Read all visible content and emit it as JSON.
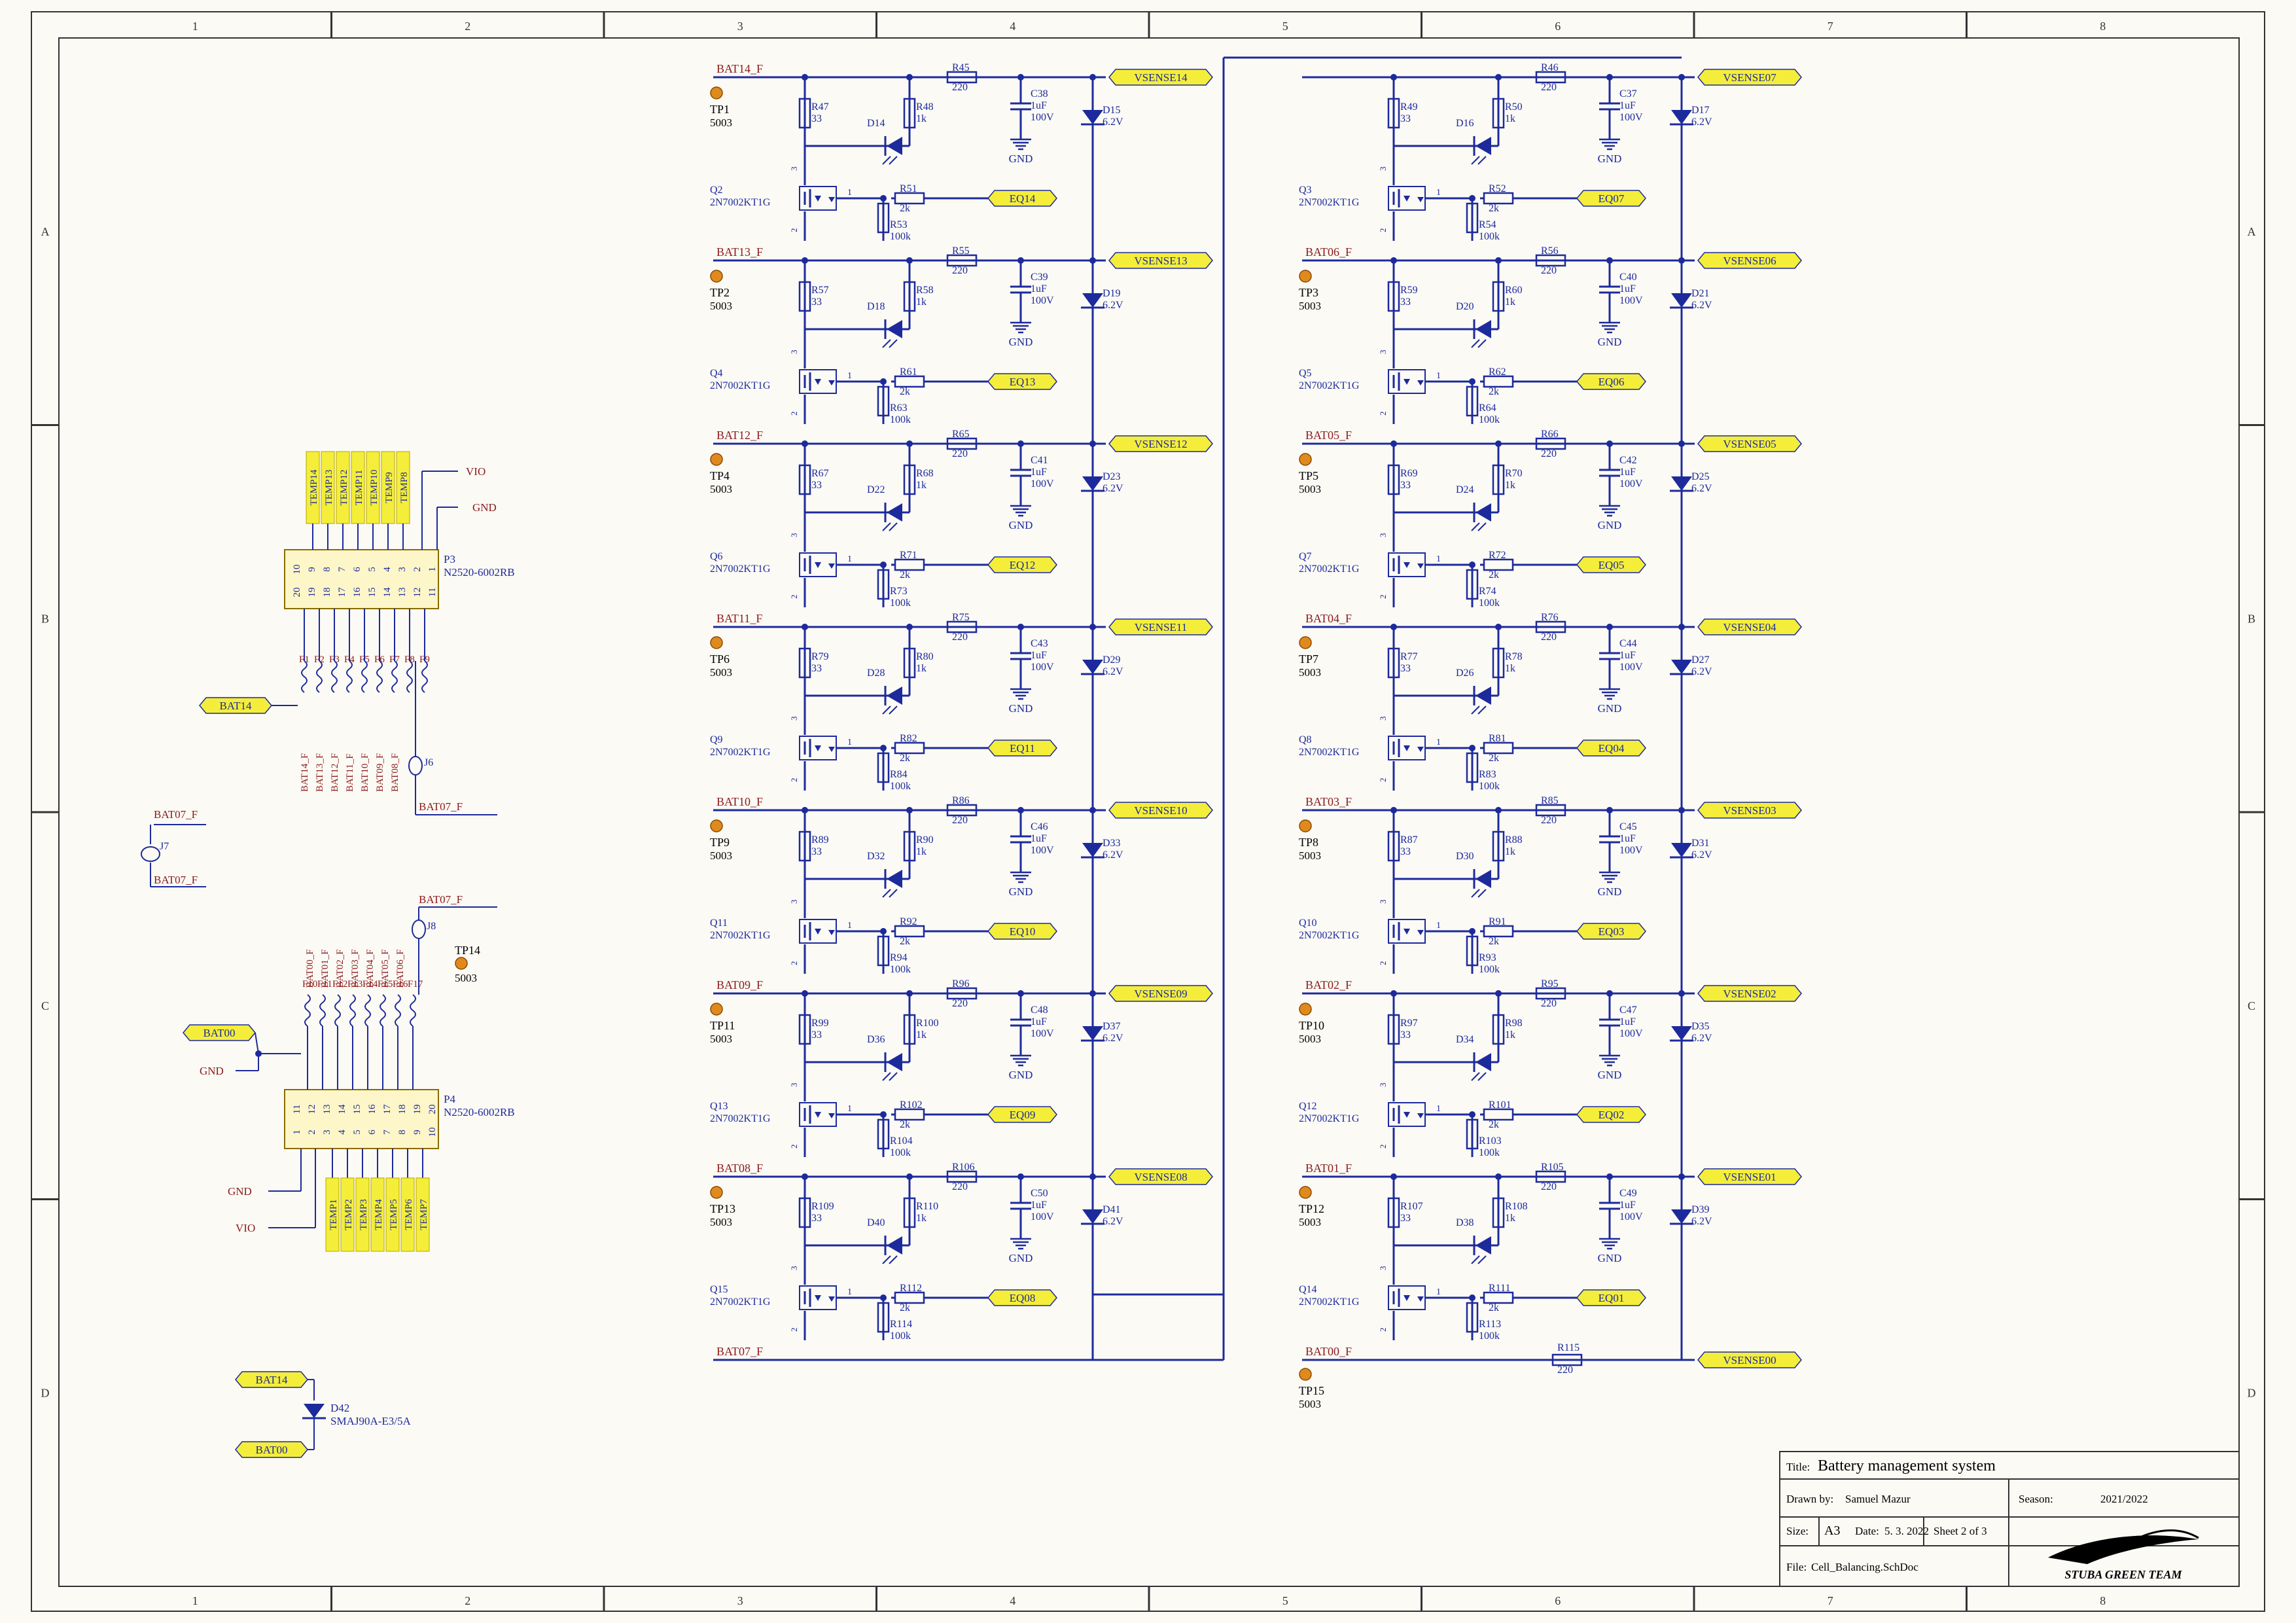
{
  "grid": {
    "columns": [
      "1",
      "2",
      "3",
      "4",
      "5",
      "6",
      "7",
      "8"
    ],
    "rows": [
      "A",
      "B",
      "C",
      "D"
    ]
  },
  "colors": {
    "wire": "#1d2a9c",
    "label_fill": "#f4ee3a",
    "net_text": "#8b1a1a",
    "testpoint": "#e08a1e",
    "frame": "#333333",
    "sheet_bg": "#fbfaf5"
  },
  "channels_left": [
    {
      "bat": "BAT14_F",
      "tp": "TP1",
      "tpv": "5003",
      "r1": "R47",
      "d1": "D14",
      "r2": "R48",
      "r3": "R45",
      "c": "C38",
      "dz": "D15",
      "vs": "VSENSE14",
      "q": "Q2",
      "r4": "R51",
      "r5": "R53",
      "eq": "EQ14"
    },
    {
      "bat": "BAT13_F",
      "tp": "TP2",
      "tpv": "5003",
      "r1": "R57",
      "d1": "D18",
      "r2": "R58",
      "r3": "R55",
      "c": "C39",
      "dz": "D19",
      "vs": "VSENSE13",
      "q": "Q4",
      "r4": "R61",
      "r5": "R63",
      "eq": "EQ13"
    },
    {
      "bat": "BAT12_F",
      "tp": "TP4",
      "tpv": "5003",
      "r1": "R67",
      "d1": "D22",
      "r2": "R68",
      "r3": "R65",
      "c": "C41",
      "dz": "D23",
      "vs": "VSENSE12",
      "q": "Q6",
      "r4": "R71",
      "r5": "R73",
      "eq": "EQ12"
    },
    {
      "bat": "BAT11_F",
      "tp": "TP6",
      "tpv": "5003",
      "r1": "R79",
      "d1": "D28",
      "r2": "R80",
      "r3": "R75",
      "c": "C43",
      "dz": "D29",
      "vs": "VSENSE11",
      "q": "Q9",
      "r4": "R82",
      "r5": "R84",
      "eq": "EQ11"
    },
    {
      "bat": "BAT10_F",
      "tp": "TP9",
      "tpv": "5003",
      "r1": "R89",
      "d1": "D32",
      "r2": "R90",
      "r3": "R86",
      "c": "C46",
      "dz": "D33",
      "vs": "VSENSE10",
      "q": "Q11",
      "r4": "R92",
      "r5": "R94",
      "eq": "EQ10"
    },
    {
      "bat": "BAT09_F",
      "tp": "TP11",
      "tpv": "5003",
      "r1": "R99",
      "d1": "D36",
      "r2": "R100",
      "r3": "R96",
      "c": "C48",
      "dz": "D37",
      "vs": "VSENSE09",
      "q": "Q13",
      "r4": "R102",
      "r5": "R104",
      "eq": "EQ09"
    },
    {
      "bat": "BAT08_F",
      "tp": "TP13",
      "tpv": "5003",
      "r1": "R109",
      "d1": "D40",
      "r2": "R110",
      "r3": "R106",
      "c": "C50",
      "dz": "D41",
      "vs": "VSENSE08",
      "q": "Q15",
      "r4": "R112",
      "r5": "R114",
      "eq": "EQ08"
    }
  ],
  "channels_right": [
    {
      "bat": "",
      "tp": "",
      "tpv": "",
      "r1": "R49",
      "d1": "D16",
      "r2": "R50",
      "r3": "R46",
      "c": "C37",
      "dz": "D17",
      "vs": "VSENSE07",
      "q": "Q3",
      "r4": "R52",
      "r5": "R54",
      "eq": "EQ07"
    },
    {
      "bat": "BAT06_F",
      "tp": "TP3",
      "tpv": "5003",
      "r1": "R59",
      "d1": "D20",
      "r2": "R60",
      "r3": "R56",
      "c": "C40",
      "dz": "D21",
      "vs": "VSENSE06",
      "q": "Q5",
      "r4": "R62",
      "r5": "R64",
      "eq": "EQ06"
    },
    {
      "bat": "BAT05_F",
      "tp": "TP5",
      "tpv": "5003",
      "r1": "R69",
      "d1": "D24",
      "r2": "R70",
      "r3": "R66",
      "c": "C42",
      "dz": "D25",
      "vs": "VSENSE05",
      "q": "Q7",
      "r4": "R72",
      "r5": "R74",
      "eq": "EQ05"
    },
    {
      "bat": "BAT04_F",
      "tp": "TP7",
      "tpv": "5003",
      "r1": "R77",
      "d1": "D26",
      "r2": "R78",
      "r3": "R76",
      "c": "C44",
      "dz": "D27",
      "vs": "VSENSE04",
      "q": "Q8",
      "r4": "R81",
      "r5": "R83",
      "eq": "EQ04"
    },
    {
      "bat": "BAT03_F",
      "tp": "TP8",
      "tpv": "5003",
      "r1": "R87",
      "d1": "D30",
      "r2": "R88",
      "r3": "R85",
      "c": "C45",
      "dz": "D31",
      "vs": "VSENSE03",
      "q": "Q10",
      "r4": "R91",
      "r5": "R93",
      "eq": "EQ03"
    },
    {
      "bat": "BAT02_F",
      "tp": "TP10",
      "tpv": "5003",
      "r1": "R97",
      "d1": "D34",
      "r2": "R98",
      "r3": "R95",
      "c": "C47",
      "dz": "D35",
      "vs": "VSENSE02",
      "q": "Q12",
      "r4": "R101",
      "r5": "R103",
      "eq": "EQ02"
    },
    {
      "bat": "BAT01_F",
      "tp": "TP12",
      "tpv": "5003",
      "r1": "R107",
      "d1": "D38",
      "r2": "R108",
      "r3": "R105",
      "c": "C49",
      "dz": "D39",
      "vs": "VSENSE01",
      "q": "Q14",
      "r4": "R111",
      "r5": "R113",
      "eq": "EQ01"
    }
  ],
  "values": {
    "r_gate_series": "33",
    "r_led": "1k",
    "r_filter": "220",
    "cap_value": "1uF",
    "cap_voltage": "100V",
    "zener": "6.2V",
    "mosfet": "2N7002KT1G",
    "r_gate": "2k",
    "r_pulldown": "100k",
    "gnd": "GND",
    "pin_gate": "1",
    "pin_drain": "3",
    "pin_source": "2"
  },
  "bottom_left": {
    "bat": "BAT07_F",
    "net": "BAT07_F"
  },
  "bottom_right": {
    "bat": "BAT00_F",
    "tp": "TP15",
    "tpv": "5003",
    "r": "R115",
    "rv": "220",
    "vs": "VSENSE00"
  },
  "connector_p3": {
    "ref": "P3",
    "part": "N2520-6002RB",
    "top_pins": [
      "10",
      "9",
      "8",
      "7",
      "6",
      "5",
      "4",
      "3",
      "2",
      "1"
    ],
    "bottom_pins": [
      "20",
      "19",
      "18",
      "17",
      "16",
      "15",
      "14",
      "13",
      "12",
      "11"
    ],
    "temps": [
      "TEMP14",
      "TEMP13",
      "TEMP12",
      "TEMP11",
      "TEMP10",
      "TEMP9",
      "TEMP8"
    ],
    "vio": "VIO",
    "gnd": "GND",
    "fuses": [
      "F1",
      "F2",
      "F3",
      "F4",
      "F5",
      "F6",
      "F7",
      "F8",
      "F9"
    ],
    "nets": [
      "BAT14_F",
      "BAT13_F",
      "BAT12_F",
      "BAT11_F",
      "BAT10_F",
      "BAT09_F",
      "BAT08_F"
    ],
    "bat_label": "BAT14",
    "jumper": "J6",
    "jumper_net": "BAT07_F"
  },
  "jumper_j7": {
    "ref": "J7",
    "net_top": "BAT07_F",
    "net_bottom": "BAT07_F"
  },
  "connector_p4": {
    "ref": "P4",
    "part": "N2520-6002RB",
    "top_pins": [
      "11",
      "12",
      "13",
      "14",
      "15",
      "16",
      "17",
      "18",
      "19",
      "20"
    ],
    "bottom_pins": [
      "1",
      "2",
      "3",
      "4",
      "5",
      "6",
      "7",
      "8",
      "9",
      "10"
    ],
    "nets": [
      "BAT00_F",
      "BAT01_F",
      "BAT02_F",
      "BAT03_F",
      "BAT04_F",
      "BAT05_F",
      "BAT06_F"
    ],
    "fuses": [
      "F10",
      "F11",
      "F12",
      "F13",
      "F14",
      "F15",
      "F16",
      "F17"
    ],
    "temps": [
      "TEMP1",
      "TEMP2",
      "TEMP3",
      "TEMP4",
      "TEMP5",
      "TEMP6",
      "TEMP7"
    ],
    "bat_label": "BAT00",
    "gnd1": "GND",
    "gnd2": "GND",
    "vio": "VIO",
    "jumper": "J8",
    "jumper_net": "BAT07_F",
    "tp": "TP14",
    "tpv": "5003"
  },
  "tvs": {
    "ref": "D42",
    "part": "SMAJ90A-E3/5A",
    "top": "BAT14",
    "bottom": "BAT00"
  },
  "title_block": {
    "title_label": "Title:",
    "title": "Battery management system",
    "drawn_label": "Drawn by:",
    "drawn": "Samuel Mazur",
    "season_label": "Season:",
    "season": "2021/2022",
    "size_label": "Size:",
    "size": "A3",
    "date_label": "Date:",
    "date": "5. 3. 2022",
    "sheet": "Sheet 2  of  3",
    "file_label": "File:",
    "file": "Cell_Balancing.SchDoc",
    "logo_text": "STUBA GREEN TEAM"
  }
}
